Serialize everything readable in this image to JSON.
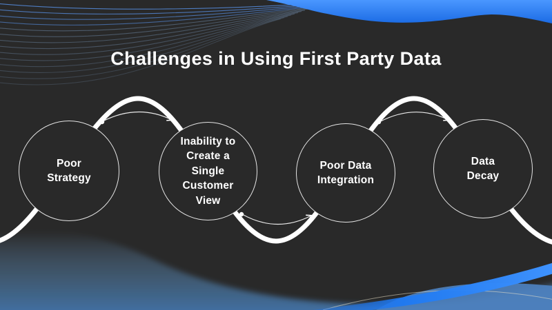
{
  "title": "Challenges in Using First Party Data",
  "steps": [
    {
      "id": "poor-strategy",
      "label": "Poor\nStrategy"
    },
    {
      "id": "single-customer-view",
      "label": "Inability to\nCreate a\nSingle\nCustomer\nView"
    },
    {
      "id": "poor-data-integration",
      "label": "Poor Data\nIntegration"
    },
    {
      "id": "data-decay",
      "label": "Data\nDecay"
    }
  ],
  "colors": {
    "background": "#292929",
    "text": "#ffffff",
    "accent_blue": "#2e7ef7",
    "steel_blue": "#4178b5"
  }
}
